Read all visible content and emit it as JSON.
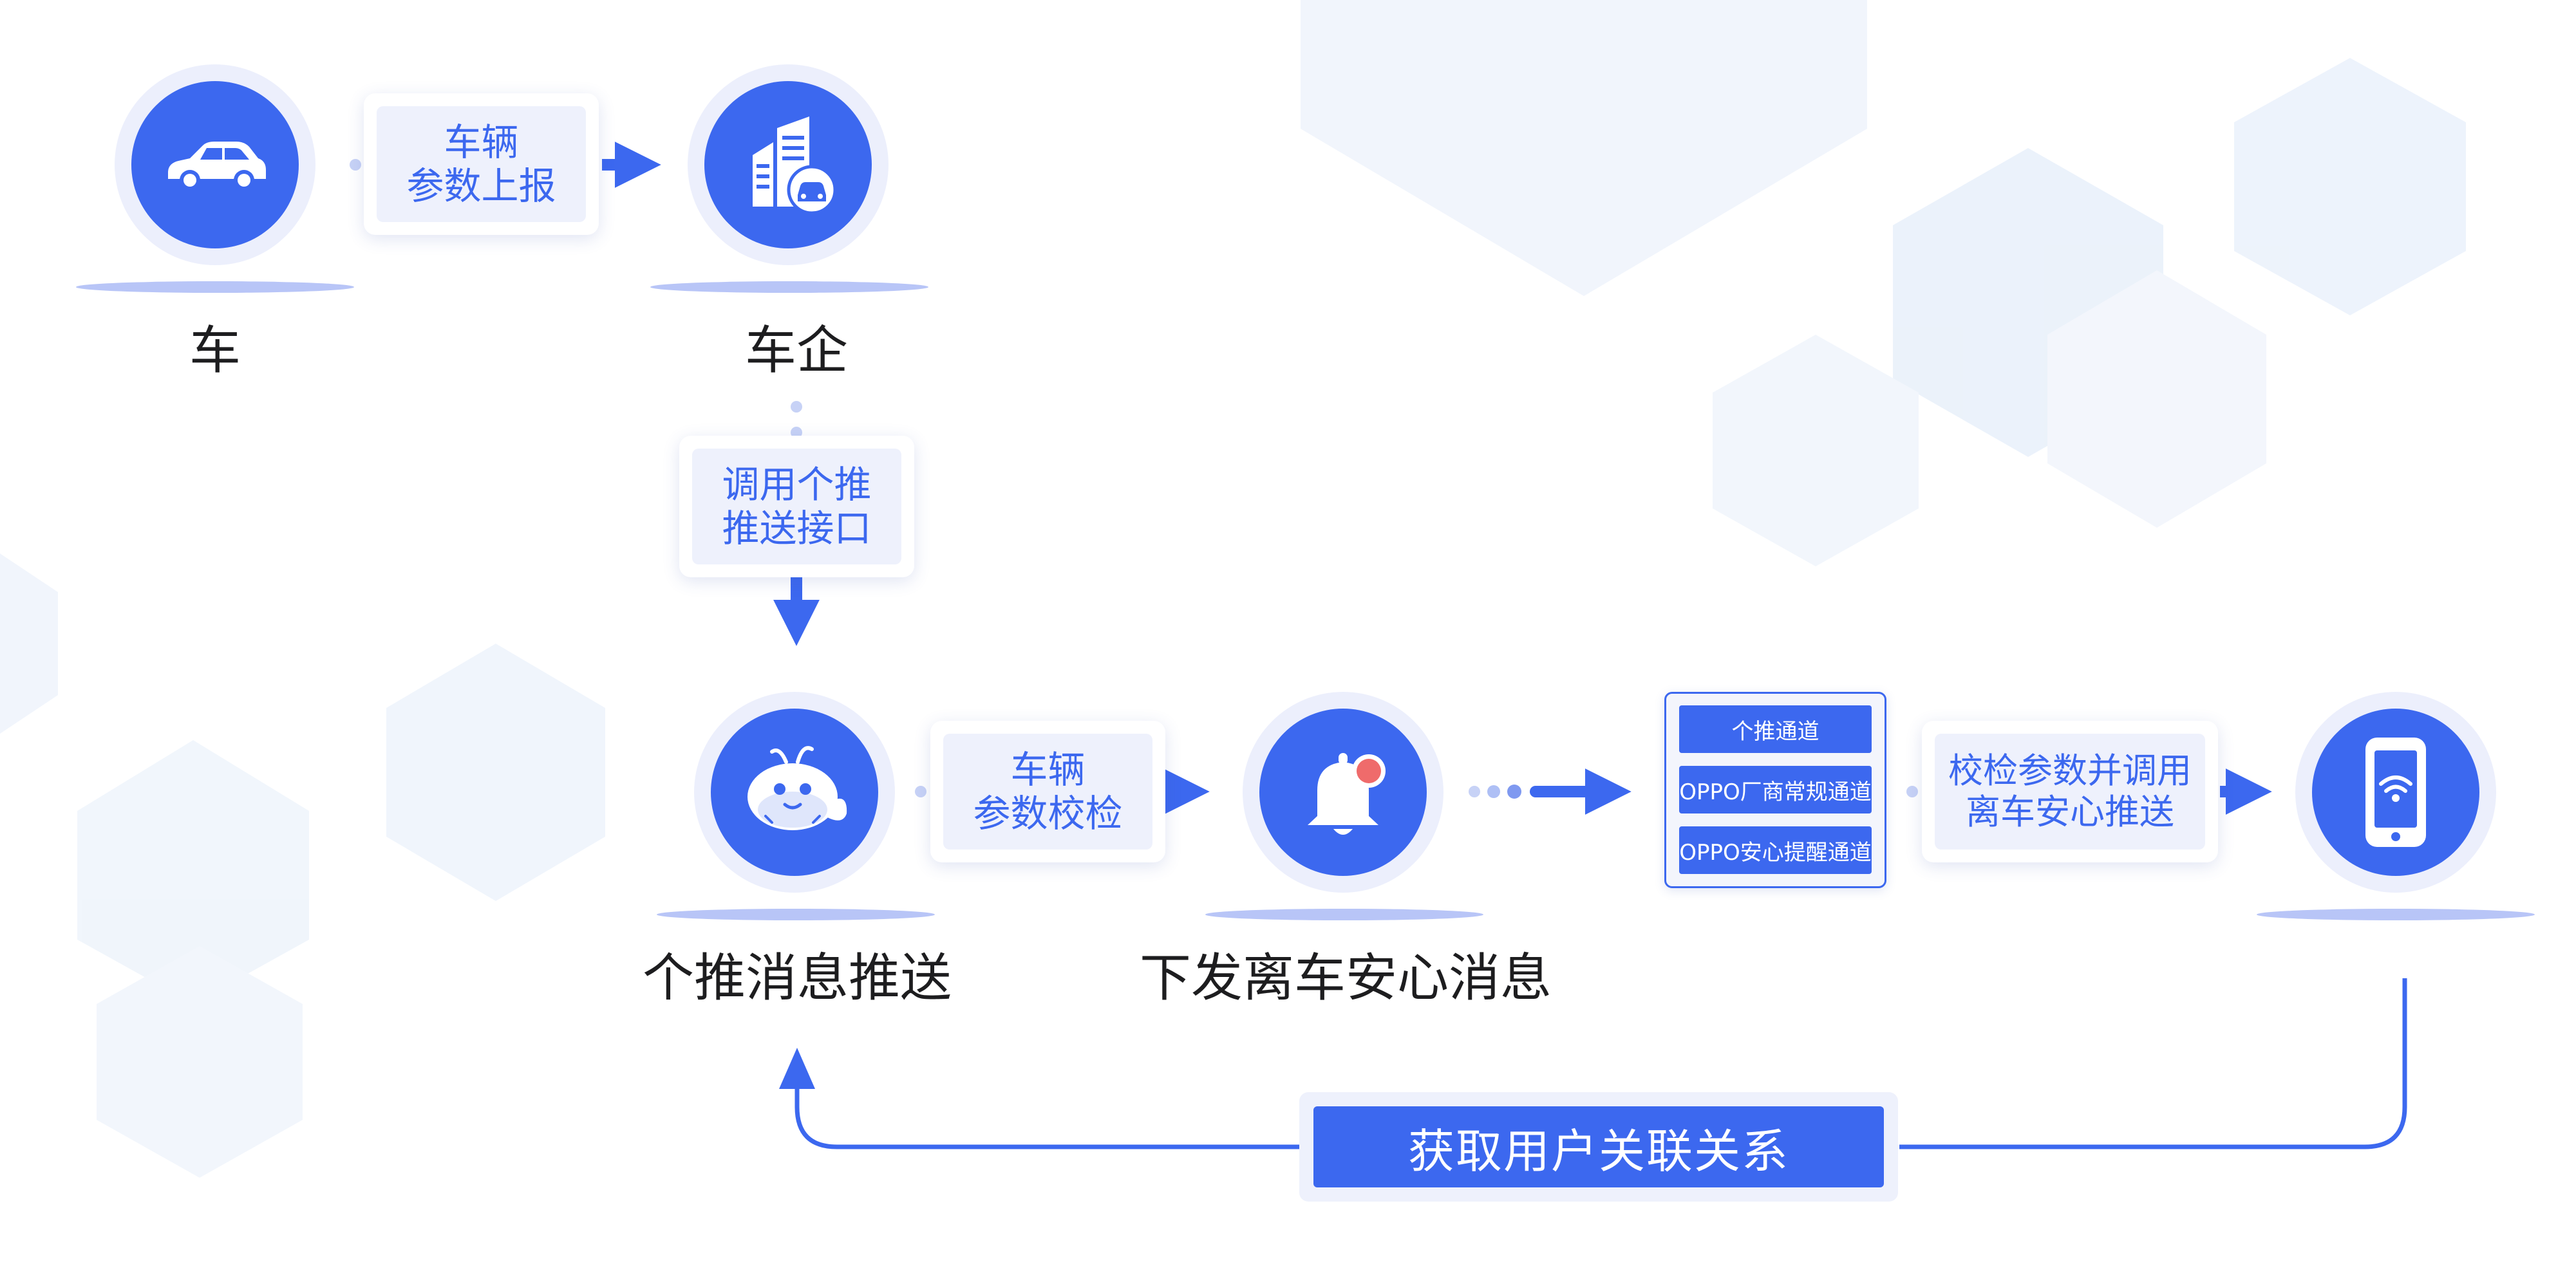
{
  "colors": {
    "primary": "#3c68ef",
    "ring": "#eceffc",
    "box_fill": "#eef1fc",
    "label": "#1d1d1f",
    "shadow": "#b8c5f7"
  },
  "nodes": {
    "car": {
      "label": "车",
      "icon": "car-icon"
    },
    "automaker": {
      "label": "车企",
      "icon": "building-with-car-icon"
    },
    "push_service": {
      "label": "个推消息推送",
      "icon": "whale-mascot-icon"
    },
    "dispatch": {
      "label": "下发离车安心消息",
      "icon": "notification-bell-icon"
    },
    "phone": {
      "label": "",
      "icon": "smartphone-wifi-icon"
    }
  },
  "steps": {
    "report": {
      "line1": "车辆",
      "line2": "参数上报"
    },
    "call_api": {
      "line1": "调用个推",
      "line2": "推送接口"
    },
    "verify": {
      "line1": "车辆",
      "line2": "参数校检"
    },
    "validate_push": {
      "line1": "校检参数并调用",
      "line2": "离车安心推送"
    }
  },
  "channels": {
    "items": [
      "个推通道",
      "OPPO厂商常规通道",
      "OPPO安心提醒通道"
    ]
  },
  "bottom": {
    "label": "获取用户关联关系"
  }
}
